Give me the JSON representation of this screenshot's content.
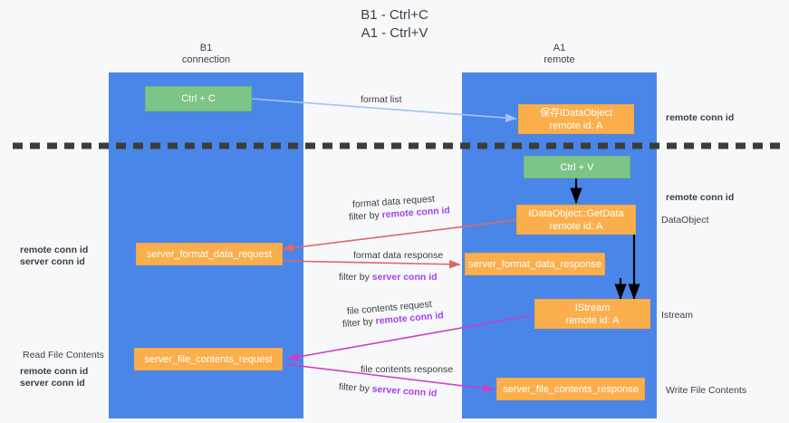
{
  "title": "B1 - Ctrl+C\nA1 - Ctrl+V",
  "lanes": [
    {
      "name": "B1",
      "sub": "connection",
      "header": "B1\nconnection",
      "color": "#4a86e8"
    },
    {
      "name": "A1",
      "sub": "remote",
      "header": "A1\nremote",
      "color": "#4a86e8"
    }
  ],
  "nodes": {
    "ctrl_c": {
      "line1": "Ctrl + C",
      "line2": "",
      "color": "#7dc586"
    },
    "save_idataobject": {
      "line1": "保存IDataObject",
      "line2": "remote id: A",
      "color": "#fbaf4c"
    },
    "ctrl_v": {
      "line1": "Ctrl + V",
      "line2": "",
      "color": "#7dc586"
    },
    "getdata": {
      "line1": "IDataObject::GetData",
      "line2": "remote id: A",
      "color": "#fbaf4c"
    },
    "server_format_data_request": {
      "line1": "server_format_data_request",
      "line2": "",
      "color": "#fbaf4c"
    },
    "server_format_data_response": {
      "line1": "server_format_data_response",
      "line2": "",
      "color": "#fbaf4c"
    },
    "istream": {
      "line1": "IStream",
      "line2": "remote id: A",
      "color": "#fbaf4c"
    },
    "server_file_contents_request": {
      "line1": "server_file_contents_request",
      "line2": "",
      "color": "#fbaf4c"
    },
    "server_file_contents_response": {
      "line1": "server_file_contents_response",
      "line2": "",
      "color": "#fbaf4c"
    }
  },
  "edge_labels": {
    "format_list": "format list",
    "format_data_request": "format data request",
    "filter_by": "filter by",
    "remote_conn_id": "remote conn id",
    "server_conn_id": "server conn id",
    "format_data_response": "format data response",
    "file_contents_request": "file contents request",
    "file_contents_response": "file contents response"
  },
  "side_labels": {
    "right_remote_conn_id_1": "remote conn id",
    "right_remote_conn_id_2": "remote conn id",
    "dataobject": "DataObject",
    "istream": "Istream",
    "write_file_contents": "Write File Contents",
    "left_remote_conn_id_1": "remote conn id",
    "left_server_conn_id_1": "server conn id",
    "read_file_contents": "Read File Contents",
    "left_remote_conn_id_2": "remote conn id",
    "left_server_conn_id_2": "server conn id"
  },
  "colors": {
    "lane": "#4a86e8",
    "green_node": "#7dc586",
    "orange_node": "#fbaf4c",
    "purple_text": "#a142f4",
    "green_text": "#6aa84f",
    "blue_arrow": "#a4c2f4",
    "red_arrow": "#e06666",
    "magenta_arrow": "#c840c8",
    "black_arrow": "#000000",
    "divider": "#3c3c3c"
  }
}
